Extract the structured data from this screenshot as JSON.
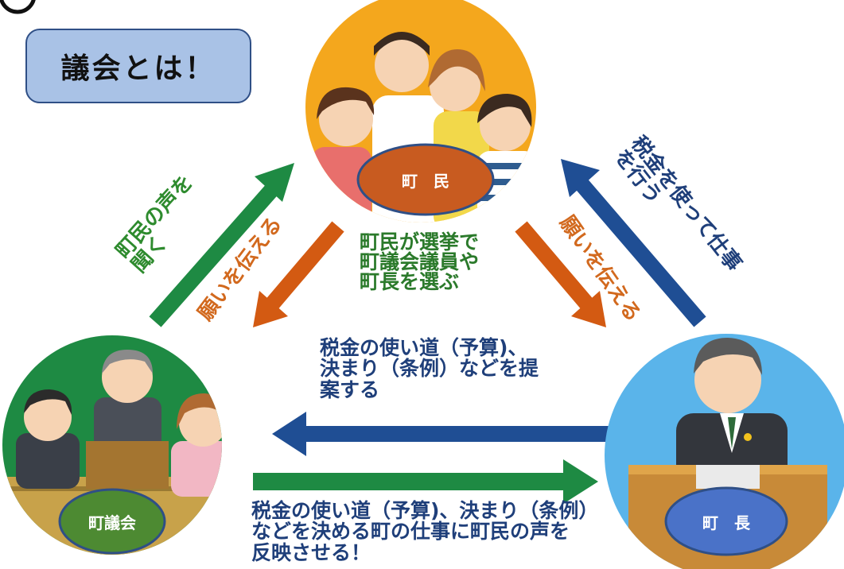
{
  "title": "議会とは！",
  "nodes": {
    "residents": {
      "label": "町　民"
    },
    "council": {
      "label": "町議会"
    },
    "mayor": {
      "label": "町　長"
    }
  },
  "texts": {
    "listen": "町民の声を\n聞く",
    "wish_left": "願いを伝える",
    "wish_right": "願いを伝える",
    "use_tax": "税金を使って仕事\nを行う",
    "election": "町民が選挙で\n町議会議員や\n町長を選ぶ",
    "propose": "税金の使い道（予算)、\n決まり（条例）などを提\n案する",
    "decide": "税金の使い道（予算)、決まり（条例）\nなどを決める町の仕事に町民の声を\n反映させる！"
  },
  "colors": {
    "green_arrow": "#1e8a43",
    "orange_arrow": "#d35a12",
    "blue_arrow": "#1f4e94",
    "residents_bg": "#f4a71d",
    "council_bg": "#1e8a43",
    "mayor_bg": "#5ab4ea"
  }
}
